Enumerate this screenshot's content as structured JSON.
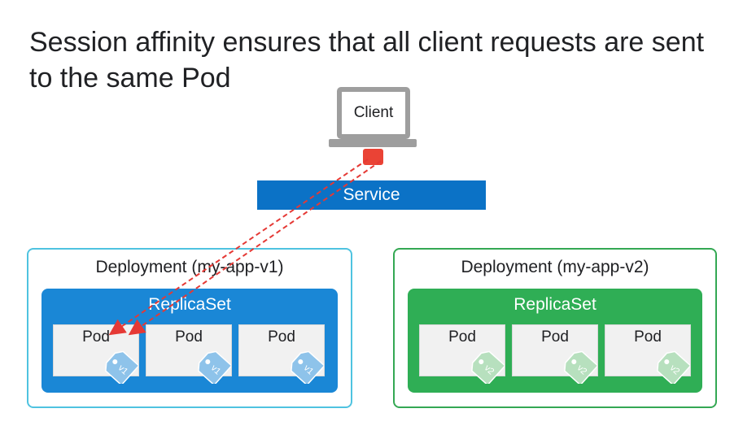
{
  "title": "Session affinity ensures that all client requests are sent to the same Pod",
  "client": {
    "label": "Client"
  },
  "service": {
    "label": "Service"
  },
  "colors": {
    "service_blue": "#0b72c6",
    "request_red": "#ea4335",
    "v1_border": "#4fc3e0",
    "v1_replicaset": "#1a87d6",
    "v2_border": "#34a853",
    "v2_replicaset": "#2fae55",
    "v1_tag": "#8ec3ea",
    "v2_tag": "#b7e0be"
  },
  "deployments": [
    {
      "label": "Deployment (my-app-v1)",
      "replicaset": "ReplicaSet",
      "pods": [
        {
          "label": "Pod",
          "tag": "v1"
        },
        {
          "label": "Pod",
          "tag": "v1"
        },
        {
          "label": "Pod",
          "tag": "v1"
        }
      ]
    },
    {
      "label": "Deployment (my-app-v2)",
      "replicaset": "ReplicaSet",
      "pods": [
        {
          "label": "Pod",
          "tag": "v2"
        },
        {
          "label": "Pod",
          "tag": "v2"
        },
        {
          "label": "Pod",
          "tag": "v2"
        }
      ]
    }
  ]
}
